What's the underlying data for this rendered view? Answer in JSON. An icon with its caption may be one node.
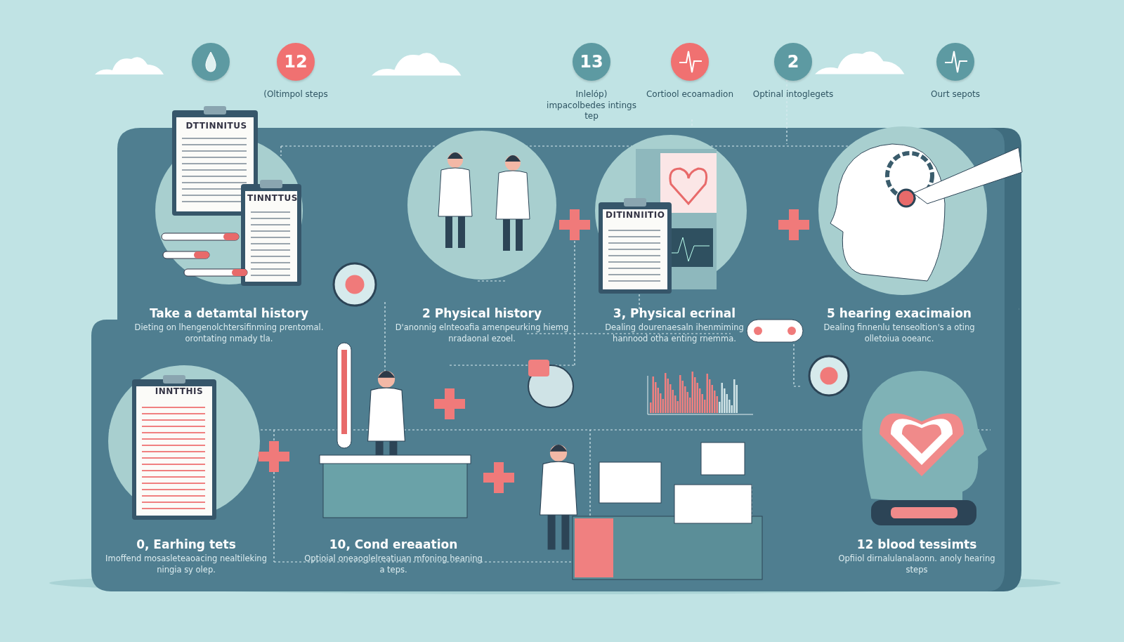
{
  "diagram": {
    "nodes": [
      {
        "text": [],
        "shape": "circle"
      },
      {
        "text": [
          "12"
        ],
        "beside": [
          "(Oltimpol steps"
        ]
      },
      {
        "text": [
          "13"
        ],
        "beside": [
          "Inlelóp) impacolbedes intings tep"
        ]
      },
      {
        "text": [],
        "shape": "circle",
        "beside": [
          "Cortiool ecoamadion"
        ]
      },
      {
        "text": [
          "2"
        ],
        "beside": [
          "Optinal intoglegets"
        ]
      },
      {
        "text": [],
        "shape": "circle",
        "beside": [
          "Ourt sepots"
        ]
      }
    ],
    "labels": [
      "DTTINNITUS",
      "TINNTTUS",
      "DITINNIITIO",
      "INNTTHIS",
      "Take a detamtal history",
      "Dieting on lhengenolchtersifinming prentomal. orontating nmady tla.",
      "2 Physical history",
      "D'anonnig elnteoafia amenpeurking hiemg nradaonal ezoel.",
      "3, Physical ecrinal",
      "Dealing dourenaesaln ihenmiming hannood otha enting rnemma.",
      "5 hearing exacimaion",
      "Dealing finnenlu tenseoltion's a oting olletoiua ooeanc.",
      "0, Earhing tets",
      "Imoffend mosasleteaoacing nealtileking ningia sy olep.",
      "10, Cond ereaation",
      "Optioial oneaoglelreatiuan mfoning heaning a teps.",
      "12 blood tessimts",
      "Opfiiol dirnalulanalaonn. anoly hearing steps"
    ]
  }
}
